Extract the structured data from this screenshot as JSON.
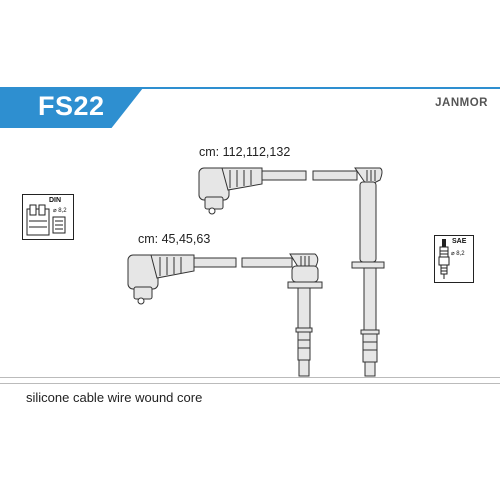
{
  "header": {
    "code": "FS22",
    "brand": "JANMOR"
  },
  "lengths": {
    "set_one": "cm: 112,112,132",
    "set_two": "cm: 45,45,63"
  },
  "footer": {
    "description": "silicone cable wire wound core"
  },
  "badges": {
    "din": {
      "label": "DIN",
      "spec": "⌀ 8,2"
    },
    "sae": {
      "label": "SAE",
      "spec": "⌀ 8,2"
    }
  },
  "colors": {
    "accent": "#2e8fd0",
    "ink": "#222222",
    "brand_text": "#555555"
  }
}
